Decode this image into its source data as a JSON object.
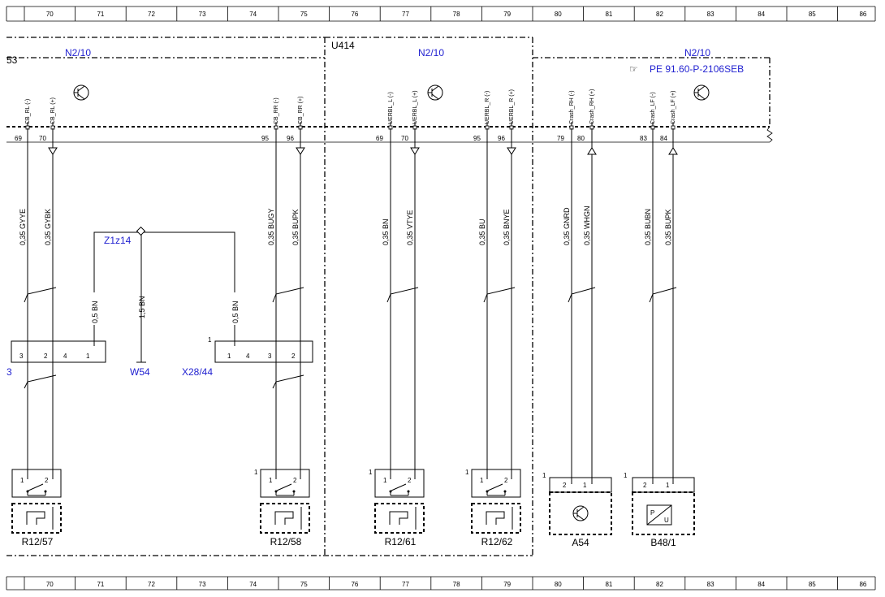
{
  "ruler": {
    "numbers": [
      "70",
      "71",
      "72",
      "73",
      "74",
      "75",
      "76",
      "77",
      "78",
      "79",
      "80",
      "81",
      "82",
      "83",
      "84",
      "85",
      "86"
    ]
  },
  "modules": {
    "left_module_label": "N2/10",
    "left_edge_number": "53",
    "u414_label": "U414",
    "mid_module_label": "N2/10",
    "right_module_label": "N2/10",
    "reference_text": "PE 91.60-P-2106SEB"
  },
  "signals": [
    {
      "name": "CB_RL (-)",
      "pin": "69",
      "wire": "0,35 GYYE"
    },
    {
      "name": "CB_RL (+)",
      "pin": "70",
      "wire": "0,35 GYBK"
    },
    {
      "name": "CB_RR (-)",
      "pin": "95",
      "wire": "0,35 BUGY"
    },
    {
      "name": "CB_RR (+)",
      "pin": "96",
      "wire": "0,35 BUPK"
    },
    {
      "name": "UERBL_L (-)",
      "pin": "69",
      "wire": "0,35 BN"
    },
    {
      "name": "UERBL_L (+)",
      "pin": "70",
      "wire": "0,35 VTYE"
    },
    {
      "name": "UERBL_R (-)",
      "pin": "95",
      "wire": "0,35 BU"
    },
    {
      "name": "UERBL_R (+)",
      "pin": "96",
      "wire": "0,35 BNYE"
    },
    {
      "name": "Crash_RH (-)",
      "pin": "79",
      "wire": "0,35 GNRD"
    },
    {
      "name": "Crash_RH (+)",
      "pin": "80",
      "wire": "0,35 WHGN"
    },
    {
      "name": "Crash_LF (-)",
      "pin": "83",
      "wire": "0,35 BUBN"
    },
    {
      "name": "Crash_LF (+)",
      "pin": "84",
      "wire": "0,35 BUPK"
    }
  ],
  "splice": {
    "label": "Z1z14",
    "wires": [
      "0,5 BN",
      "1,5 BN",
      "0,5 BN"
    ],
    "ground_label": "W54"
  },
  "connectors": {
    "left": {
      "label": "3",
      "pins": [
        "3",
        "2",
        "4",
        "1"
      ]
    },
    "right": {
      "label": "X28/44",
      "marker": "1",
      "pins": [
        "1",
        "4",
        "3",
        "2"
      ]
    }
  },
  "components": [
    {
      "label": "R12/57",
      "marker": "",
      "pins": [
        "1",
        "2"
      ],
      "color": "#000000"
    },
    {
      "label": "R12/58",
      "marker": "1",
      "pins": [
        "1",
        "2"
      ],
      "color": "#000000"
    },
    {
      "label": "R12/61",
      "marker": "1",
      "pins": [
        "1",
        "2"
      ],
      "color": "#000000"
    },
    {
      "label": "R12/62",
      "marker": "1",
      "pins": [
        "1",
        "2"
      ],
      "color": "#000000"
    },
    {
      "label": "A54",
      "marker": "1",
      "pins": [
        "2",
        "1"
      ],
      "color": "#1f1fd0"
    },
    {
      "label": "B48/1",
      "marker": "1",
      "pins": [
        "2",
        "1"
      ],
      "color": "#000000"
    }
  ],
  "sensor_symbol": {
    "p": "P",
    "u": "U"
  }
}
